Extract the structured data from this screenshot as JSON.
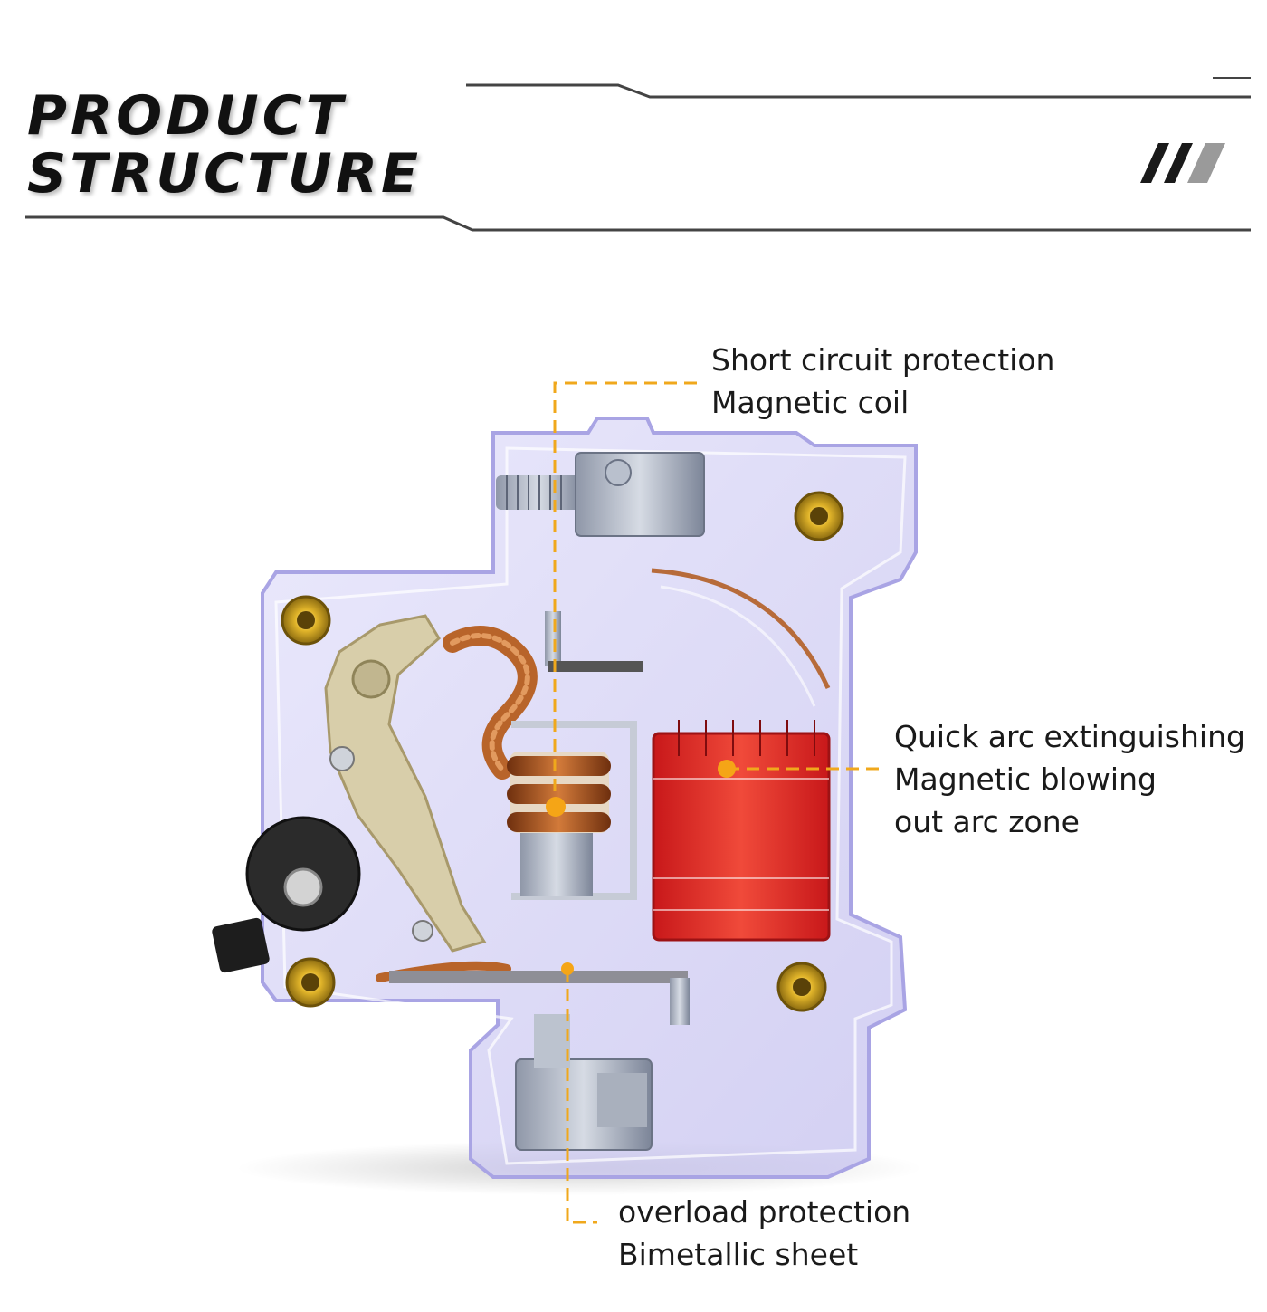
{
  "header": {
    "title_line1": "PRODUCT",
    "title_line2": "STRUCTURE",
    "decoration": "///"
  },
  "callouts": {
    "short_circuit": {
      "line1": "Short circuit protection",
      "line2": "Magnetic coil"
    },
    "arc": {
      "line1": "Quick arc extinguishing",
      "line2": "Magnetic blowing",
      "line3": "out arc zone"
    },
    "overload": {
      "line1": "overload protection",
      "line2": "Bimetallic sheet"
    }
  },
  "colors": {
    "leader_line": "#f0a81c",
    "housing": "#c9c6f0",
    "arc_chute": "#e0261f",
    "handle": "#d8ceaa",
    "copper": "#b8642a",
    "text": "#1a1a1a"
  },
  "image": {
    "subject": "miniature circuit breaker cutaway"
  }
}
